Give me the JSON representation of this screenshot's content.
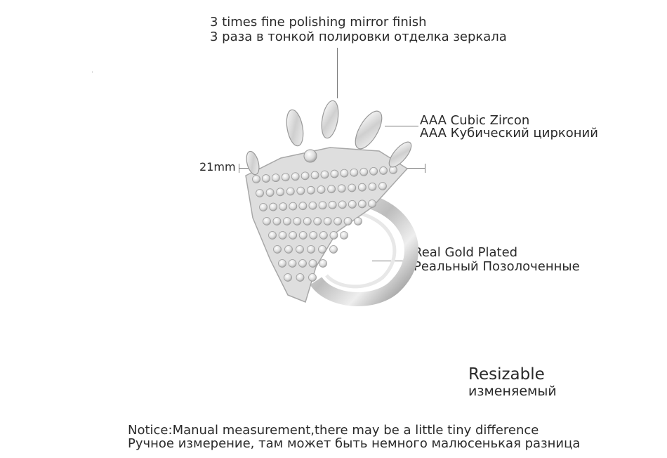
{
  "callouts": {
    "polish": {
      "en": "3 times fine polishing mirror finish",
      "ru": "3 раза в тонкой полировки отделка зеркала"
    },
    "zircon": {
      "en": "AAA Cubic Zircon",
      "ru": "AAA Кубический цирконий"
    },
    "width": {
      "value": "21mm"
    },
    "gold": {
      "en": "Real Gold Plated",
      "ru": "Реальный Позолоченные"
    }
  },
  "resizable": {
    "en": "Resizable",
    "ru": "изменяемый"
  },
  "notice": {
    "en": "Notice:Manual measurement,there may be a little tiny difference",
    "ru": "Ручное измерение, там может быть немного малюсенькая разница"
  }
}
